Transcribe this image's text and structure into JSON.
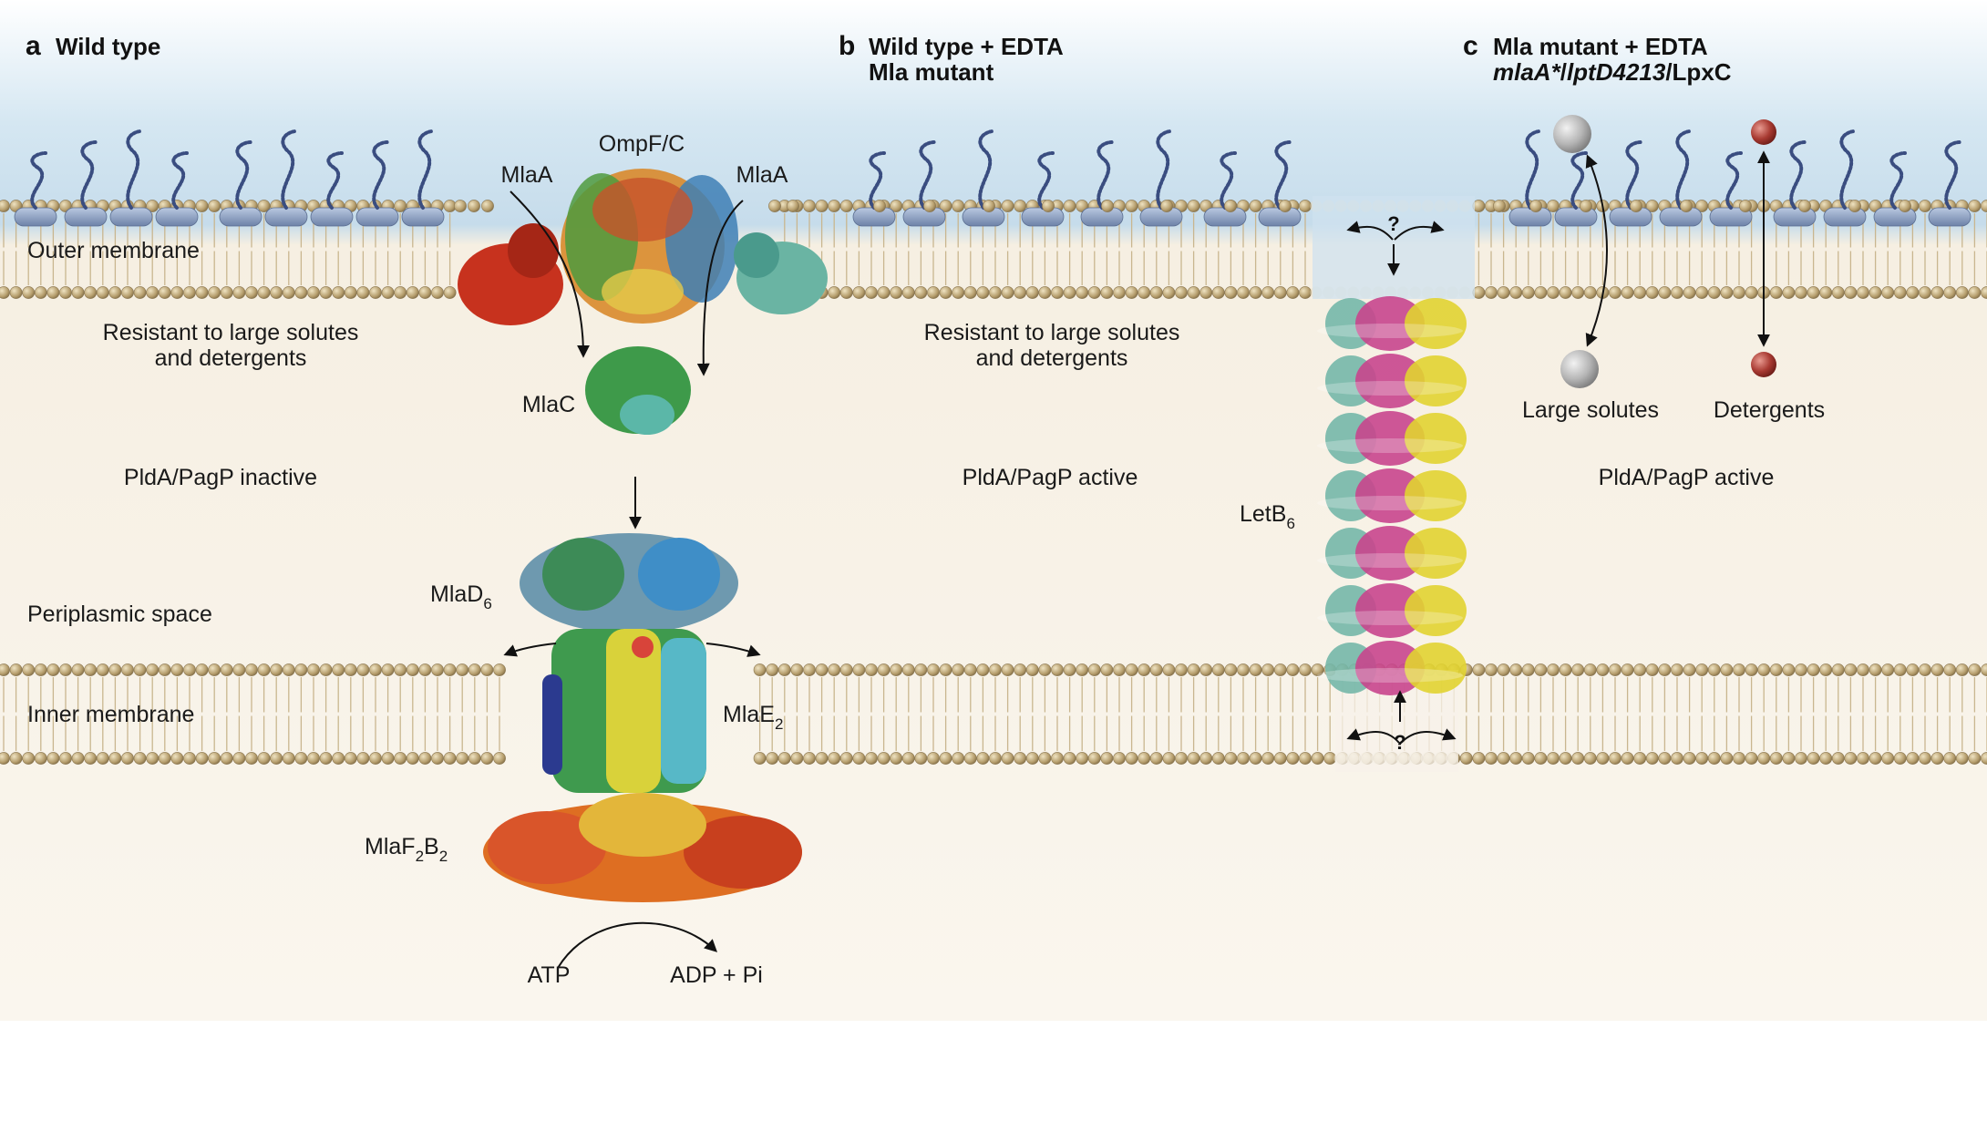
{
  "panels": {
    "a": {
      "letter": "a",
      "title_line1": "Wild type"
    },
    "b": {
      "letter": "b",
      "title_line1": "Wild type + EDTA",
      "title_line2": "Mla mutant"
    },
    "c": {
      "letter": "c",
      "title_line1": "Mla mutant + EDTA",
      "title_line2_italic_a": "mlaA*",
      "title_line2_sep1": "/",
      "title_line2_italic_b": "lptD4213",
      "title_line2_tail": "/LpxC"
    }
  },
  "regions": {
    "outer_membrane": "Outer membrane",
    "periplasm": "Periplasmic space",
    "inner_membrane": "Inner membrane"
  },
  "panel_a": {
    "resist_line1": "Resistant to large solutes",
    "resist_line2": "and detergents",
    "pld_status": "PldA/PagP inactive",
    "ompf": "OmpF/C",
    "mlaa_left": "MlaA",
    "mlaa_right": "MlaA",
    "mlac": "MlaC",
    "mlad_base": "MlaD",
    "mlad_sub": "6",
    "mlae_base": "MlaE",
    "mlae_sub": "2",
    "mlaf_base1": "MlaF",
    "mlaf_sub1": "2",
    "mlaf_base2": "B",
    "mlaf_sub2": "2",
    "atp": "ATP",
    "adp": "ADP + Pi"
  },
  "panel_b": {
    "resist_line1": "Resistant to large solutes",
    "resist_line2": "and detergents",
    "pld_status": "PldA/PagP active",
    "letb_base": "LetB",
    "letb_sub": "6",
    "question_top": "?",
    "question_bottom": "?"
  },
  "panel_c": {
    "large_solutes": "Large solutes",
    "detergents": "Detergents",
    "pld_status": "PldA/PagP active"
  },
  "colors": {
    "sky_top": "#cfe4f1",
    "periplasm": "#f7f0e3",
    "lipid_head": "#b9a47a",
    "lipid_tail": "#c9b68f",
    "lps_core": "#8fa3c4",
    "lps_chain": "#3a4d80",
    "solute": "#b9b9b9",
    "detergent": "#a33a35"
  }
}
